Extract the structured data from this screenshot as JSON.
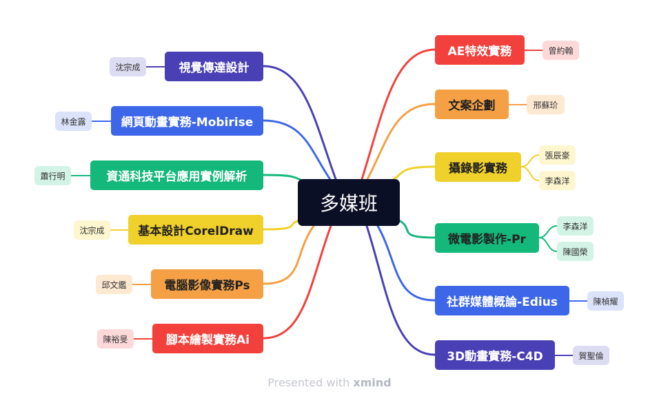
{
  "center": "多媒班",
  "colors": {
    "purple": "#4a40b5",
    "blue": "#3d67e8",
    "green": "#14b87a",
    "yellow": "#f0d02a",
    "orange": "#f5a045",
    "red": "#f2413d",
    "dark": "#0b0f26"
  },
  "left": [
    {
      "label": "視覺傳達設計",
      "color": "purple",
      "people": [
        "沈宗成"
      ]
    },
    {
      "label": "網頁動畫實務-Mobirise",
      "color": "blue",
      "people": [
        "林金露"
      ]
    },
    {
      "label": "資通科技平台應用實例解析",
      "color": "green",
      "people": [
        "蕭行明"
      ]
    },
    {
      "label": "基本設計CorelDraw",
      "color": "yellow",
      "people": [
        "沈宗成"
      ]
    },
    {
      "label": "電腦影像實務Ps",
      "color": "orange",
      "people": [
        "邱文鑑"
      ]
    },
    {
      "label": "腳本繪製實務Ai",
      "color": "red",
      "people": [
        "陳裕旻"
      ]
    }
  ],
  "right": [
    {
      "label": "AE特效實務",
      "color": "red",
      "people": [
        "曾約翰"
      ]
    },
    {
      "label": "文案企劃",
      "color": "orange",
      "people": [
        "邢蘇玠"
      ]
    },
    {
      "label": "攝錄影實務",
      "color": "yellow",
      "people": [
        "張辰豪",
        "李森洋"
      ]
    },
    {
      "label": "微電影製作-Pr",
      "color": "green",
      "people": [
        "李森洋",
        "陳國榮"
      ]
    },
    {
      "label": "社群媒體概論-Edius",
      "color": "blue",
      "people": [
        "陳楨耀"
      ]
    },
    {
      "label": "3D動畫實務-C4D",
      "color": "purple",
      "people": [
        "賀聖倫"
      ]
    }
  ],
  "footer": {
    "prefix": "Presented with",
    "brand": "xmind"
  }
}
